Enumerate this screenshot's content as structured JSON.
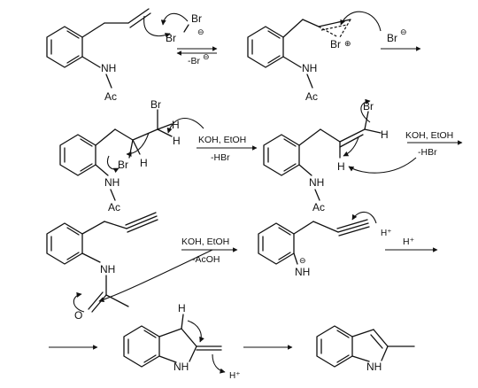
{
  "atoms": {
    "br": "Br",
    "nh": "NH",
    "ac": "Ac",
    "h": "H",
    "h_plus": "H⁺",
    "minus": "⊖",
    "plus": "⊕"
  },
  "reagents": {
    "step1_below": "-Br",
    "step1_below_charge": "⊖",
    "step3_above": "KOH, EtOH",
    "step3_below": "-HBr",
    "step4_above": "KOH, EtOH",
    "step4_below": "-HBr",
    "step5_above": "KOH, EtOH",
    "step5_below": "-AcOH",
    "step6_above": "H⁺"
  },
  "colors": {
    "ink": "#111111",
    "background": "#ffffff"
  }
}
